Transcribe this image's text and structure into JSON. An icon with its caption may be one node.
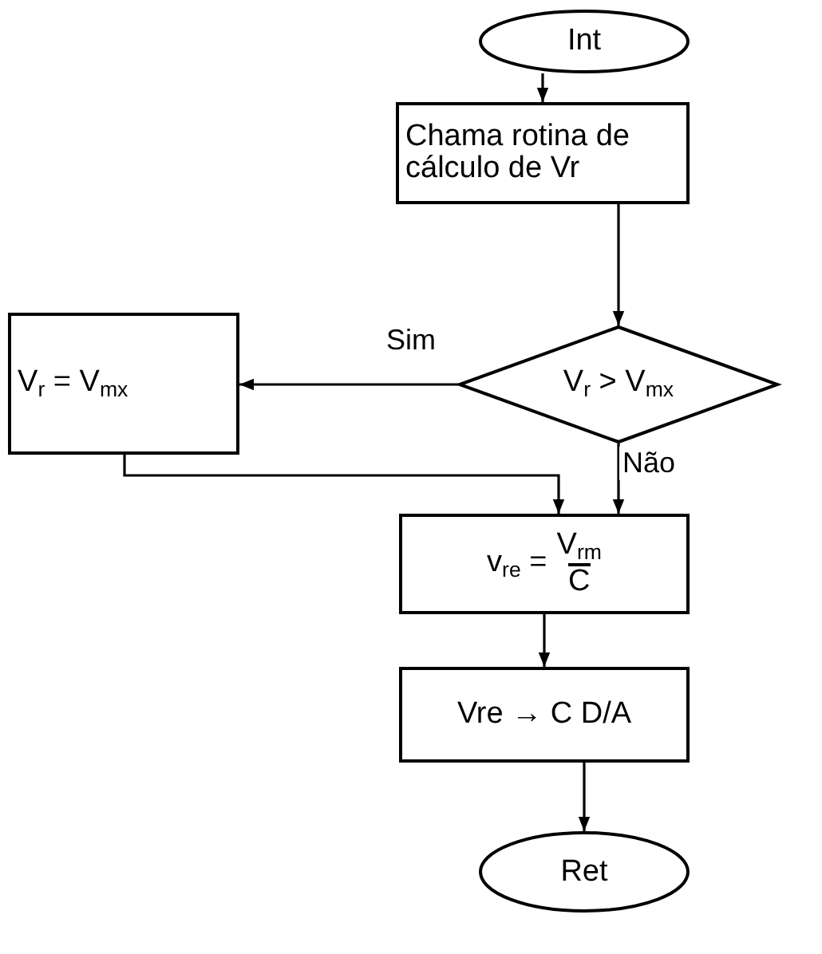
{
  "diagram": {
    "nodes": [
      {
        "text": [
          "Int"
        ]
      },
      {
        "text": [
          "Chama rotina de cálculo de Vr"
        ]
      },
      {
        "text": [
          "V$_{r}$  >  V$_{mx}$"
        ]
      },
      {
        "text": [
          "V$_{r}$ =  V$_{mx}$"
        ]
      },
      {
        "text": [
          "v$_{re}$ =",
          "V$_{rm}$",
          "C"
        ]
      },
      {
        "text": [
          "Vre → C  D/A"
        ]
      },
      {
        "text": [
          "Ret"
        ]
      }
    ],
    "edges": [
      {
        "from": 0,
        "to": 1,
        "arrow": "to"
      },
      {
        "from": 1,
        "to": 2,
        "arrow": "to"
      },
      {
        "from": 2,
        "to": 3,
        "label": "Sim",
        "arrow": "to"
      },
      {
        "from": 2,
        "to": 4,
        "label": "Não",
        "arrow": "to"
      },
      {
        "from": 3,
        "to": 4,
        "arrow": "to"
      },
      {
        "from": 4,
        "to": 5,
        "arrow": "to"
      },
      {
        "from": 5,
        "to": 6,
        "arrow": "to"
      }
    ]
  }
}
